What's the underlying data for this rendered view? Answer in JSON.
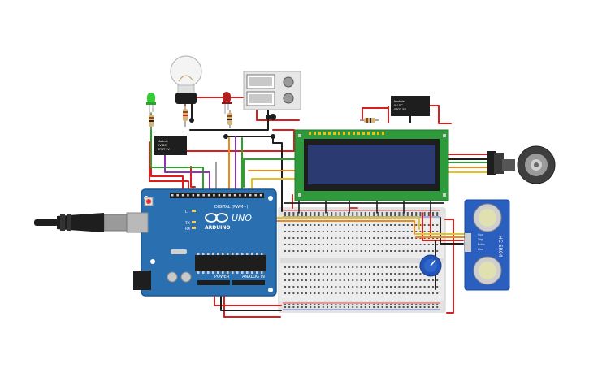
{
  "arduino": {
    "brand_text": "ARDUINO",
    "model_text": "UNO",
    "digital_header_text": "DIGITAL (PWM~)",
    "power_header_text": "POWER",
    "analog_header_text": "ANALOG IN",
    "led_labels": [
      "TX",
      "RX",
      "L"
    ]
  },
  "lcd": {},
  "relay_left": {
    "label_lines": [
      "Module",
      "5V DC",
      "SPDT 5V"
    ]
  },
  "relay_right": {
    "label_lines": [
      "Module",
      "5V DC",
      "SPDT 5V"
    ]
  },
  "ultrasonic": {
    "model_text": "HC-SR04",
    "pin_labels": [
      "Vcc",
      "Trig",
      "Echo",
      "Gnd"
    ]
  },
  "colors": {
    "board_blue": "#2a6fb0",
    "lcd_green": "#2f9a3c",
    "lcd_screen": "#2b3b72",
    "wire_red": "#d81e1e",
    "wire_black": "#1e1e1e",
    "wire_green": "#2da02d",
    "wire_yellow": "#e8c21a",
    "wire_orange": "#ee8a1c",
    "wire_purple": "#8a37b0",
    "breadboard": "#eeeeee"
  }
}
